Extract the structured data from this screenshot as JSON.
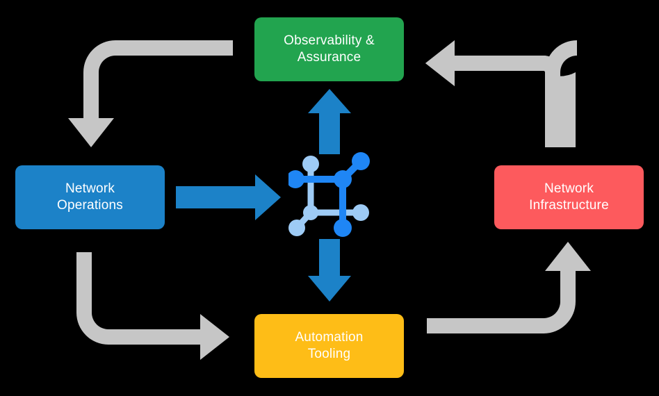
{
  "diagram": {
    "title": "Network automation lifecycle cycle diagram",
    "background_color": "#000000",
    "nodes": [
      {
        "id": "observability",
        "label": "Observability &\nAssurance",
        "color": "#22a44f",
        "text_color": "#ffffff",
        "position": "top"
      },
      {
        "id": "operations",
        "label": "Network\nOperations",
        "color": "#1c82c8",
        "text_color": "#ffffff",
        "position": "left"
      },
      {
        "id": "infrastructure",
        "label": "Network\nInfrastructure",
        "color": "#fd5a5d",
        "text_color": "#ffffff",
        "position": "right"
      },
      {
        "id": "automation",
        "label": "Automation\nTooling",
        "color": "#febd17",
        "text_color": "#ffffff",
        "position": "bottom"
      }
    ],
    "center_icon": {
      "name": "network-topology-icon",
      "primary_color": "#1f86f5",
      "secondary_color": "#9ecbf5"
    },
    "connectors": {
      "blue_color": "#1c82c8",
      "gray_color": "#c6c6c6",
      "blue_arrows": [
        {
          "id": "operations-to-center",
          "direction": "right"
        },
        {
          "id": "center-to-observability",
          "direction": "up"
        },
        {
          "id": "center-to-automation",
          "direction": "down"
        }
      ],
      "gray_arrows": [
        {
          "id": "observability-to-operations",
          "direction": "left-then-down"
        },
        {
          "id": "operations-to-automation",
          "direction": "down-then-right"
        },
        {
          "id": "automation-to-infrastructure",
          "direction": "right-then-up"
        },
        {
          "id": "infrastructure-to-observability",
          "direction": "up-then-left"
        }
      ]
    }
  }
}
